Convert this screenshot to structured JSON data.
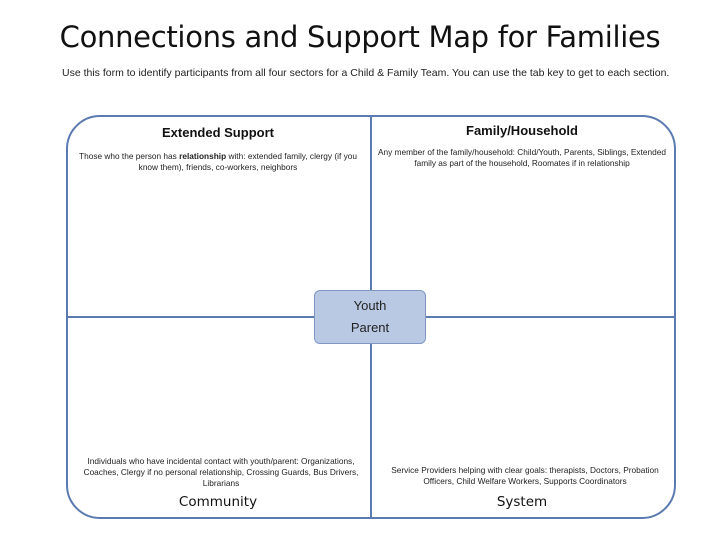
{
  "title": "Connections and Support Map for Families",
  "instructions": "Use this form to identify participants from all four sectors for a Child & Family Team.  You can use the tab key to get to each section.",
  "quadrants": {
    "extended": {
      "title": "Extended Support",
      "desc_before": "Those who the person has ",
      "desc_bold": "relationship",
      "desc_after": " with: extended family, clergy (if you know them), friends, co-workers, neighbors"
    },
    "family": {
      "title": "Family/Household",
      "desc": "Any member of the family/household:  Child/Youth, Parents, Siblings, Extended family as part of the household, Roomates if in relationship"
    },
    "community": {
      "label": "Community",
      "desc": "Individuals who have incidental contact with youth/parent: Organizations, Coaches, Clergy if no personal relationship, Crossing Guards, Bus Drivers, Librarians"
    },
    "system": {
      "label": "System",
      "desc": "Service Providers helping with clear goals: therapists, Doctors, Probation Officers, Child Welfare Workers, Supports Coordinators"
    }
  },
  "center": {
    "line1": "Youth",
    "line2": "Parent"
  },
  "colors": {
    "frame": "#5a7ab0",
    "center_fill": "#b9c9e4"
  }
}
